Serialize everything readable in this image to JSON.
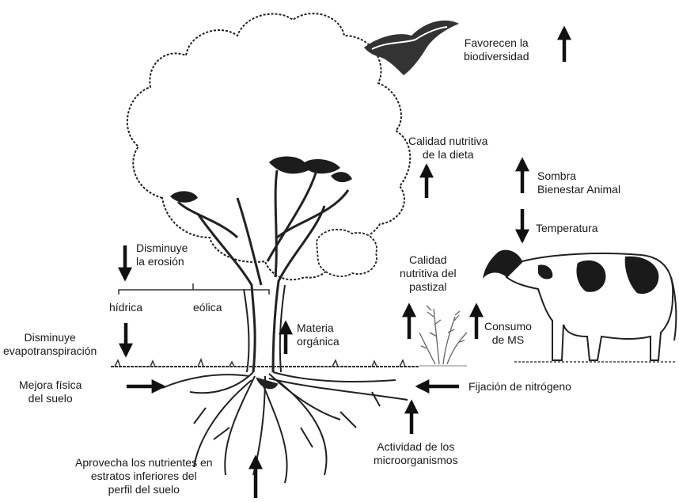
{
  "labels": {
    "biodiversity": [
      "Favorecen la",
      "biodiversidad"
    ],
    "diet_quality": [
      "Calidad nutritiva",
      "de la dieta"
    ],
    "shade": [
      "Sombra",
      "Bienestar Animal"
    ],
    "temperature": "Temperatura",
    "erosion": [
      "Disminuye",
      "la erosión"
    ],
    "erosion_hydric": "hídrica",
    "erosion_eolic": "eólica",
    "pasture_quality": [
      "Calidad",
      "nutritiva del",
      "pastizal"
    ],
    "evapotranspiration": [
      "Disminuye",
      "evapotranspiración"
    ],
    "organic_matter": [
      "Materia",
      "orgánica"
    ],
    "dm_intake": [
      "Consumo",
      "de MS"
    ],
    "soil_physical": [
      "Mejora física",
      "del suelo"
    ],
    "nitrogen_fixation": "Fijación de nitrógeno",
    "microorganisms": [
      "Actividad de los",
      "microorganismos"
    ],
    "nutrients": [
      "Aprovecha los nutrientes  en",
      "estratos inferiores del",
      "perfil del suelo"
    ]
  },
  "arrows": [
    {
      "name": "arrow-up-biodiversity",
      "direction": "up"
    },
    {
      "name": "arrow-up-diet-quality",
      "direction": "up"
    },
    {
      "name": "arrow-up-shade",
      "direction": "up"
    },
    {
      "name": "arrow-down-temperature",
      "direction": "down"
    },
    {
      "name": "arrow-down-erosion",
      "direction": "down"
    },
    {
      "name": "arrow-down-evapotranspiration",
      "direction": "down"
    },
    {
      "name": "arrow-up-organic-matter",
      "direction": "up"
    },
    {
      "name": "arrow-up-pasture-quality",
      "direction": "up"
    },
    {
      "name": "arrow-up-dm-intake",
      "direction": "up"
    },
    {
      "name": "arrow-right-soil",
      "direction": "right"
    },
    {
      "name": "arrow-left-nitrogen",
      "direction": "left"
    },
    {
      "name": "arrow-up-microorganisms",
      "direction": "up"
    },
    {
      "name": "arrow-up-nutrients",
      "direction": "up"
    }
  ],
  "illustrations": [
    "bird-icon",
    "tree-illustration",
    "cow-illustration",
    "grass-plant-illustration",
    "roots-illustration"
  ]
}
